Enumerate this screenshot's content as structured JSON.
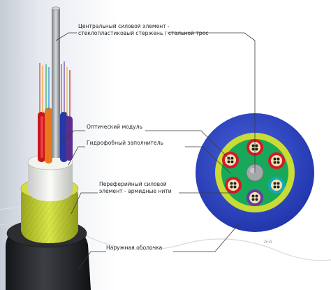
{
  "labels": {
    "central_line1": "Центральный силовой элемент -",
    "central_line2": "стеклопластиковый стержень / стальной трос",
    "optical_module": "Оптический модуль",
    "hydrophobic_filler": "Гидрофобный заполнитель",
    "peripheral_line1": "Переферийный силовой",
    "peripheral_line2": "элемент - армидные нити",
    "outer_sheath": "Наружная оболочка"
  },
  "section_mark": "A-A",
  "colors": {
    "outer_sheath": "#2f44c4",
    "aramid_layer": "#c9db35",
    "filler": "#18a85a",
    "module_red": "#d7182a",
    "module_orange": "#f08a1c",
    "module_violet": "#6b3aa0",
    "module_teal": "#1aa6b8",
    "central_member": "#a3a8ab"
  },
  "icons": [
    "cable-cutaway-icon",
    "cross-section-icon"
  ]
}
